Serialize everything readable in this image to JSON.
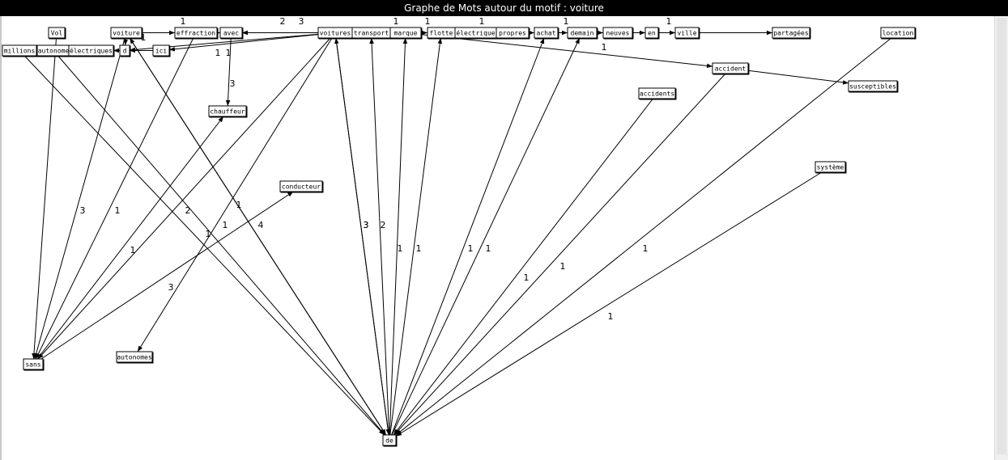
{
  "window": {
    "title": "Graphe de Mots autour du motif : voiture"
  },
  "graph": {
    "nodes": [
      {
        "id": "Vol",
        "label": "Vol"
      },
      {
        "id": "voiture",
        "label": "voiture"
      },
      {
        "id": "effraction",
        "label": "effraction"
      },
      {
        "id": "avec",
        "label": "avec"
      },
      {
        "id": "voitures",
        "label": "voitures"
      },
      {
        "id": "transport",
        "label": "transport"
      },
      {
        "id": "marque",
        "label": "marque"
      },
      {
        "id": "flotte",
        "label": "flotte"
      },
      {
        "id": "electrique",
        "label": "électrique"
      },
      {
        "id": "propres",
        "label": "propres"
      },
      {
        "id": "achat",
        "label": "achat"
      },
      {
        "id": "demain",
        "label": "demain"
      },
      {
        "id": "neuves",
        "label": "neuves"
      },
      {
        "id": "en",
        "label": "en"
      },
      {
        "id": "ville",
        "label": "ville"
      },
      {
        "id": "partagees",
        "label": "partagées"
      },
      {
        "id": "location",
        "label": "location"
      },
      {
        "id": "millions",
        "label": "millions"
      },
      {
        "id": "autonome",
        "label": "autonome"
      },
      {
        "id": "electriques",
        "label": "électriques"
      },
      {
        "id": "d",
        "label": "d"
      },
      {
        "id": "ici",
        "label": "ici"
      },
      {
        "id": "accident",
        "label": "accident"
      },
      {
        "id": "susceptibles",
        "label": "susceptibles"
      },
      {
        "id": "accidents",
        "label": "accidents"
      },
      {
        "id": "chauffeur",
        "label": "chauffeur"
      },
      {
        "id": "conducteur",
        "label": "conducteur"
      },
      {
        "id": "systeme",
        "label": "système"
      },
      {
        "id": "sans",
        "label": "sans"
      },
      {
        "id": "autonomes",
        "label": "autonomes"
      },
      {
        "id": "de",
        "label": "de"
      }
    ],
    "edges": [
      {
        "from": "voiture",
        "to": "effraction",
        "label": ""
      },
      {
        "from": "effraction",
        "to": "avec",
        "label": "1"
      },
      {
        "from": "voitures",
        "to": "avec",
        "label": "2"
      },
      {
        "from": "voitures",
        "to": "avec",
        "label": "3"
      },
      {
        "from": "avec",
        "to": "chauffeur",
        "label": "3"
      },
      {
        "from": "voitures",
        "to": "transport",
        "label": ""
      },
      {
        "from": "transport",
        "to": "marque",
        "label": "1"
      },
      {
        "from": "marque",
        "to": "flotte",
        "label": ""
      },
      {
        "from": "flotte",
        "to": "electrique",
        "label": "1"
      },
      {
        "from": "electrique",
        "to": "propres",
        "label": "1"
      },
      {
        "from": "propres",
        "to": "achat",
        "label": ""
      },
      {
        "from": "achat",
        "to": "demain",
        "label": "1"
      },
      {
        "from": "demain",
        "to": "neuves",
        "label": ""
      },
      {
        "from": "neuves",
        "to": "en",
        "label": ""
      },
      {
        "from": "en",
        "to": "ville",
        "label": "1"
      },
      {
        "from": "ville",
        "to": "partagees",
        "label": ""
      },
      {
        "from": "voitures",
        "to": "d",
        "label": "1"
      },
      {
        "from": "voitures",
        "to": "ici",
        "label": "1"
      },
      {
        "from": "ici",
        "to": "d",
        "label": ""
      },
      {
        "from": "voiture",
        "to": "d",
        "label": "1"
      },
      {
        "from": "d",
        "to": "electriques",
        "label": ""
      },
      {
        "from": "marque",
        "to": "accident",
        "label": "1"
      },
      {
        "from": "accident",
        "to": "susceptibles",
        "label": ""
      },
      {
        "from": "voitures",
        "to": "de",
        "label": "3"
      },
      {
        "from": "de",
        "to": "voitures",
        "label": "3"
      },
      {
        "from": "de",
        "to": "transport",
        "label": "2"
      },
      {
        "from": "de",
        "to": "marque",
        "label": "1"
      },
      {
        "from": "de",
        "to": "flotte",
        "label": "1"
      },
      {
        "from": "de",
        "to": "achat",
        "label": "1"
      },
      {
        "from": "de",
        "to": "demain",
        "label": "1"
      },
      {
        "from": "accidents",
        "to": "de",
        "label": "1"
      },
      {
        "from": "accident",
        "to": "de",
        "label": "1"
      },
      {
        "from": "location",
        "to": "de",
        "label": "1"
      },
      {
        "from": "systeme",
        "to": "de",
        "label": "1"
      },
      {
        "from": "de",
        "to": "voiture",
        "label": "1"
      },
      {
        "from": "voiture",
        "to": "de",
        "label": "4"
      },
      {
        "from": "millions",
        "to": "de",
        "label": "1"
      },
      {
        "from": "autonome",
        "to": "de",
        "label": "2"
      },
      {
        "from": "voiture",
        "to": "sans",
        "label": "3"
      },
      {
        "from": "effraction",
        "to": "sans",
        "label": "1"
      },
      {
        "from": "Vol",
        "to": "sans",
        "label": ""
      },
      {
        "from": "sans",
        "to": "chauffeur",
        "label": "1"
      },
      {
        "from": "sans",
        "to": "conducteur",
        "label": "3"
      },
      {
        "from": "voitures",
        "to": "sans",
        "label": "1"
      },
      {
        "from": "voitures",
        "to": "autonomes",
        "label": ""
      }
    ]
  }
}
